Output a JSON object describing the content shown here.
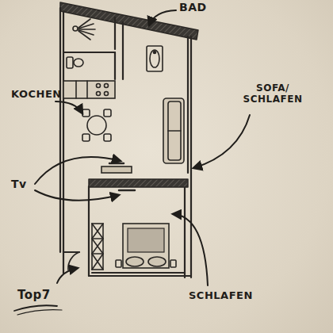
{
  "diagram": {
    "labels": [
      "BAD",
      "KOCHEN",
      "SOFA/ SCHLAFEN",
      "Tv",
      "SCHLAFEN",
      "Top7"
    ]
  }
}
